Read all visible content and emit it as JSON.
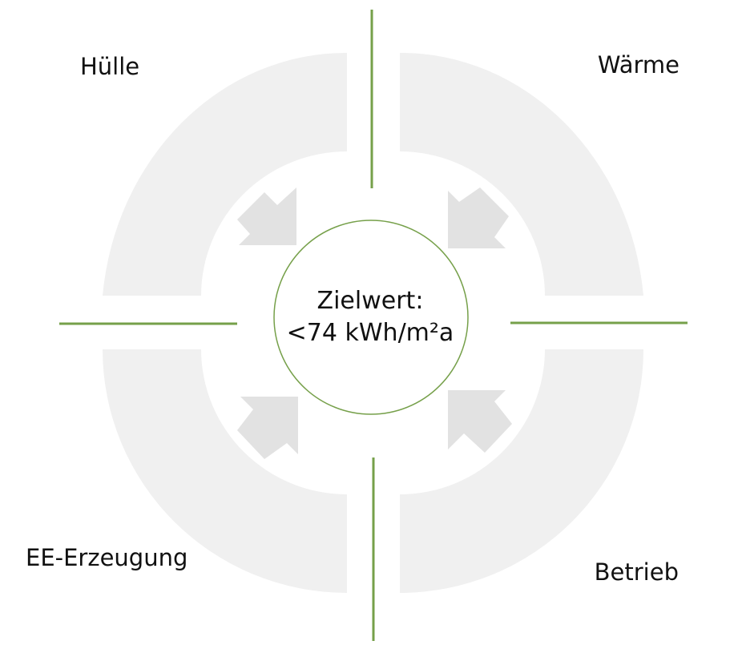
{
  "quadrants": {
    "top_left": "Hülle",
    "top_right": "Wärme",
    "bottom_left": "EE-Erzeugung",
    "bottom_right": "Betrieb"
  },
  "center": {
    "line1": "Zielwert:",
    "line2": "<74 kWh/m²a"
  },
  "colors": {
    "ring": "#f0f0f0",
    "arrow": "#e2e2e2",
    "divider": "#76a04a",
    "circle_stroke": "#76a04a",
    "text": "#111111"
  }
}
